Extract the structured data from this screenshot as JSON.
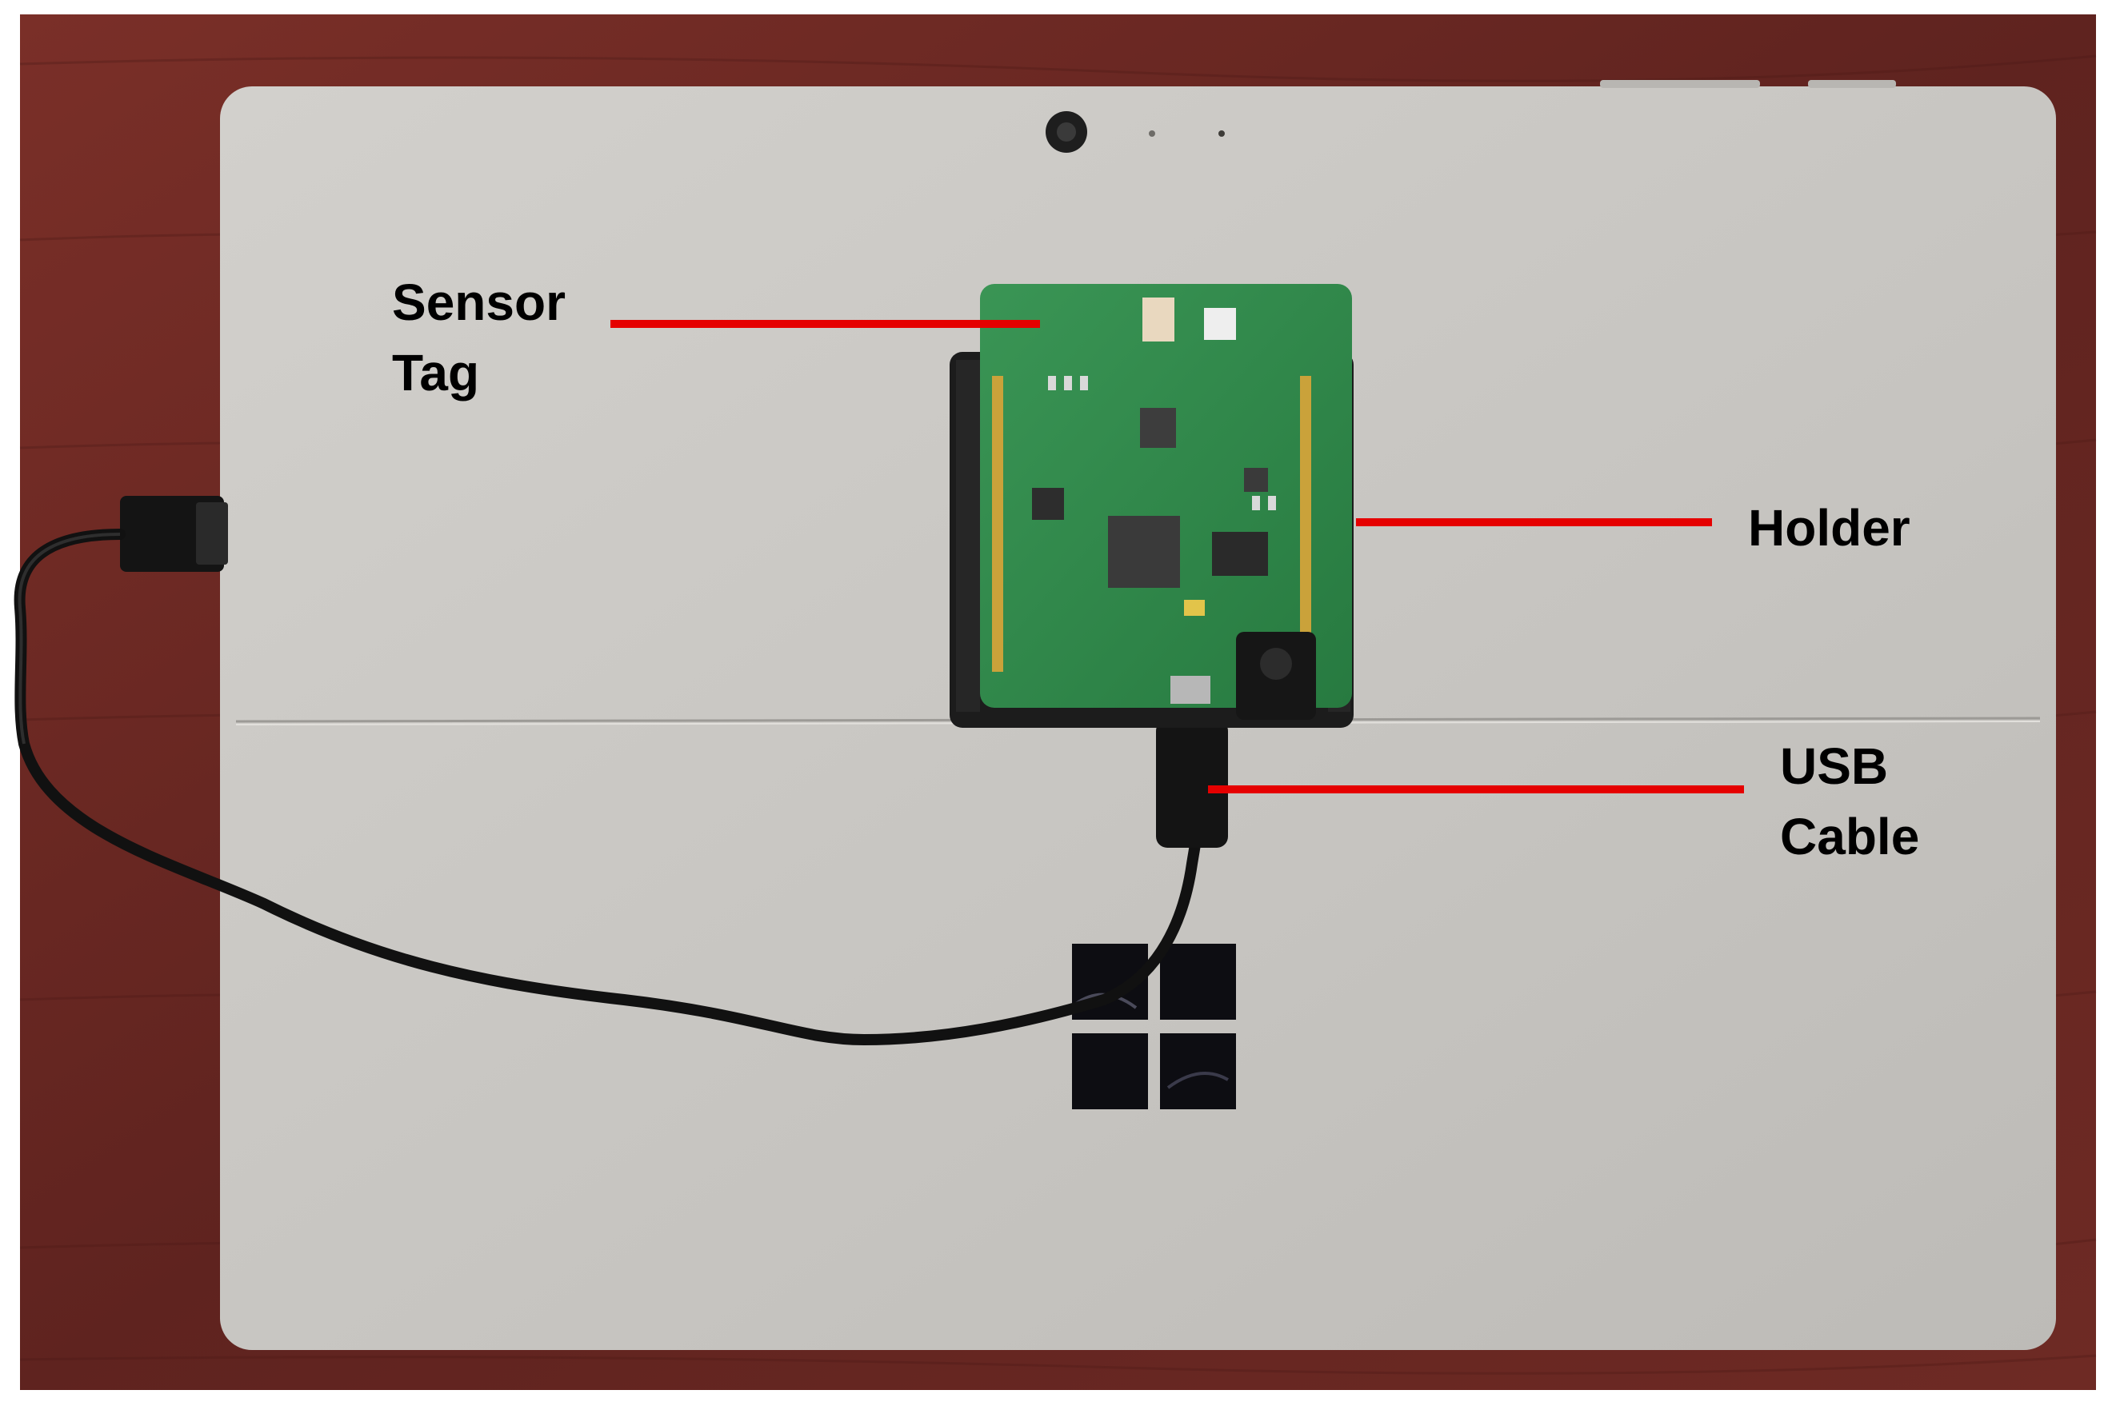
{
  "annotations": {
    "sensor_tag": {
      "line1": "Sensor",
      "line2": "Tag"
    },
    "holder": {
      "line1": "Holder"
    },
    "usb_cable": {
      "line1": "USB",
      "line2": "Cable"
    }
  },
  "colors": {
    "wood_background": "#6b2a24",
    "tablet_body": "#c9c7c3",
    "pcb_green": "#2f8a4a",
    "holder_black": "#1c1c1c",
    "cable_black": "#111111",
    "leader_line_red": "#e50000"
  },
  "objects": {
    "tablet": "tablet-device",
    "board": "sensor-tag-board",
    "holder": "holder-foam",
    "cable": "usb-cable",
    "logo": "windows-logo",
    "camera": "camera-icon"
  }
}
